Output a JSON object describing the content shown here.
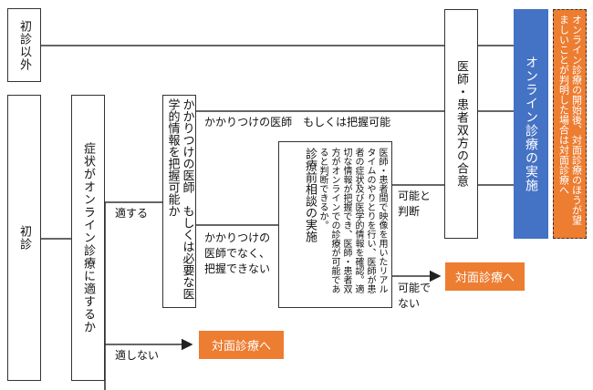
{
  "nodes": {
    "not_first_visit": "初診以外",
    "first_visit": "初診",
    "symptom_check": "症状がオンライン診療に適するか",
    "info_check": "かかりつけの医師　もしくは必要な医学的情報を把握可能か",
    "consult_title": "診療前相談の実施",
    "consult_body": "医師・患者間で映像を用いたリアルタイムのやりとりを行い、医師が患者の症状及び医学的情報を確認。適切な情報が把握でき、医師・患者双方がオンラインでの診療が可能であると判断できるか。",
    "agreement": "医師・患者双方の合意",
    "online_care": "オンライン診療の実施",
    "note": "オンライン診療の開始後、対面診療のほうが望ましいことが判明した場合は対面診療へ",
    "in_person_1": "対面診療へ",
    "in_person_2": "対面診療へ"
  },
  "edges": {
    "suitable": "適する",
    "not_suitable": "適しない",
    "family_doctor": "かかりつけの医師　もしくは把握可能",
    "not_family_doctor": "かかりつけの医師でなく、把握できない",
    "judged_possible": "可能と判断",
    "not_possible": "可能でない"
  },
  "colors": {
    "blue": "#4472c4",
    "orange": "#ed7d31"
  }
}
